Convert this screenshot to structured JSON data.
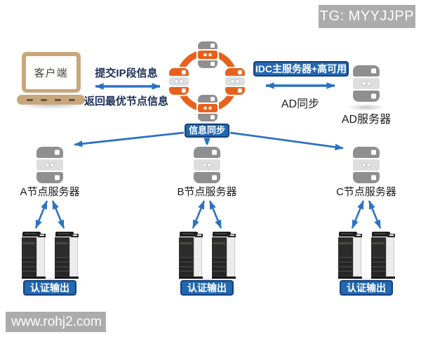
{
  "badges": {
    "tg": "TG: MYYJJPP",
    "site_watermark": "www.rohj2.com"
  },
  "client": {
    "label": "客户端",
    "icon": "laptop-icon"
  },
  "cluster": {
    "icon": "server-ring-cluster-icon"
  },
  "flow_labels": {
    "submit_ip": "提交IP段信息",
    "return_best_node": "返回最优节点信息",
    "idc_main_ha": "IDC主服务器+高可用",
    "ad_sync": "AD同步",
    "info_sync": "信息同步"
  },
  "ad_server": {
    "label": "AD服务器",
    "icon": "server-stack-icon"
  },
  "nodes": [
    {
      "label": "A节点服务器",
      "auth_label": "认证输出",
      "icon": "server-stack-icon",
      "printer_icon": "multifunction-printer-icon"
    },
    {
      "label": "B节点服务器",
      "auth_label": "认证输出",
      "icon": "server-stack-icon",
      "printer_icon": "multifunction-printer-icon"
    },
    {
      "label": "C节点服务器",
      "auth_label": "认证输出",
      "icon": "server-stack-icon",
      "printer_icon": "multifunction-printer-icon"
    }
  ],
  "colors": {
    "cluster_orange": "#E8611C",
    "badge_blue": "#2268B2",
    "badge_blue_border": "#15407C",
    "arrow_blue": "#2B72C2",
    "flow_text_navy": "#1B2F58",
    "laptop_tan": "#C8A77C",
    "watermark_gray": "#ACACAC",
    "server_gray_dark": "#8F8F8F",
    "server_gray_light": "#DEDEDE"
  }
}
